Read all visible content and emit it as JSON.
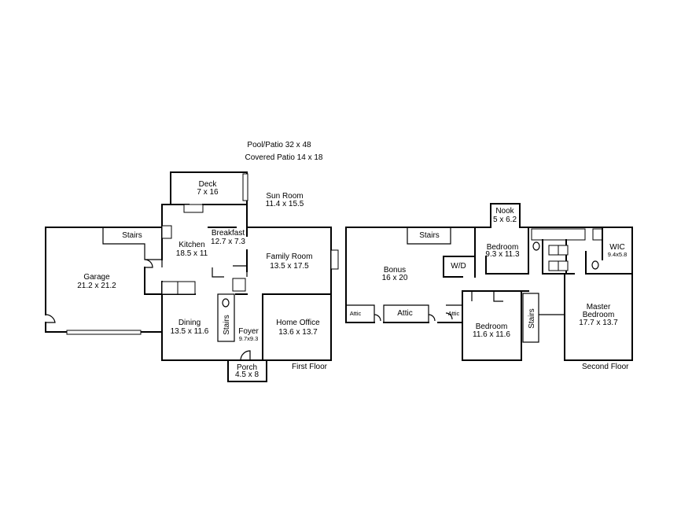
{
  "outdoor": {
    "pool_patio": "Pool/Patio 32 x 48",
    "covered_patio": "Covered Patio 14 x 18"
  },
  "first_floor": {
    "caption": "First Floor",
    "rooms": {
      "deck": {
        "name": "Deck",
        "size": "7 x 16"
      },
      "sun_room": {
        "name": "Sun Room",
        "size": "11.4 x 15.5"
      },
      "stairs": {
        "name": "Stairs"
      },
      "breakfast": {
        "name": "Breakfast",
        "size": "12.7 x 7.3"
      },
      "kitchen": {
        "name": "Kitchen",
        "size": "18.5 x 11"
      },
      "family_room": {
        "name": "Family Room",
        "size": "13.5 x 17.5"
      },
      "garage": {
        "name": "Garage",
        "size": "21.2 x 21.2"
      },
      "dining": {
        "name": "Dining",
        "size": "13.5 x 11.6"
      },
      "foyer_stairs": {
        "name": "Stairs"
      },
      "foyer": {
        "name": "Foyer",
        "size": "9.7x9.3"
      },
      "home_office": {
        "name": "Home Office",
        "size": "13.6 x 13.7"
      },
      "porch": {
        "name": "Porch",
        "size": "4.5 x 8"
      }
    }
  },
  "second_floor": {
    "caption": "Second Floor",
    "rooms": {
      "nook": {
        "name": "Nook",
        "size": "5 x 6.2"
      },
      "stairs": {
        "name": "Stairs"
      },
      "bedroom_1": {
        "name": "Bedroom",
        "size": "9.3 x 11.3"
      },
      "wic": {
        "name": "WIC",
        "size": "9.4x5.8"
      },
      "bonus": {
        "name": "Bonus",
        "size": "16 x 20"
      },
      "wd": {
        "name": "W/D"
      },
      "attic_1": {
        "name": "Attic"
      },
      "attic_2": {
        "name": "Attic"
      },
      "attic_3": {
        "name": "Attic"
      },
      "bedroom_2": {
        "name": "Bedroom",
        "size": "11.6 x 11.6"
      },
      "stairs_2": {
        "name": "Stairs"
      },
      "master": {
        "name": "Master",
        "name2": "Bedroom",
        "size": "17.7 x 13.7"
      }
    }
  }
}
